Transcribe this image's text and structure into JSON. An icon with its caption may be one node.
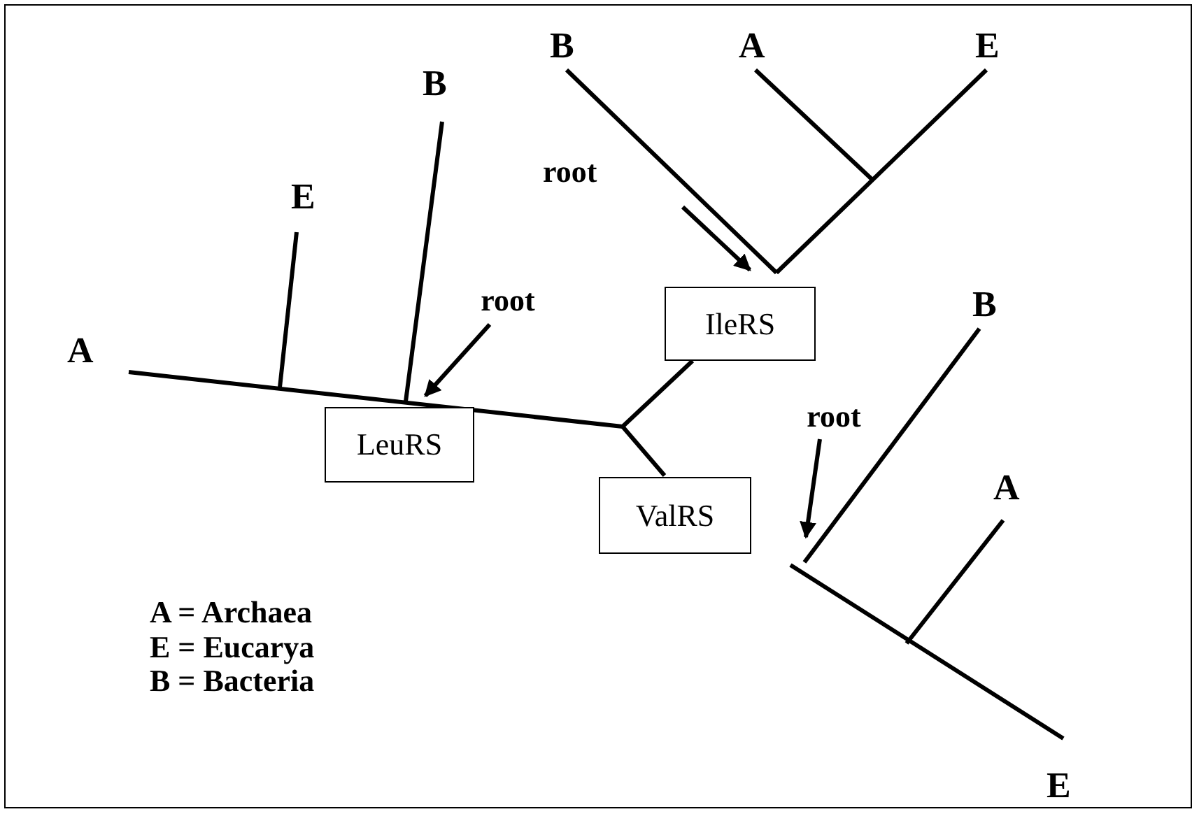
{
  "diagram": {
    "nodes": [
      {
        "text": [
          "LeuRS"
        ]
      },
      {
        "text": [
          "IleRS"
        ]
      },
      {
        "text": [
          "ValRS"
        ]
      },
      {
        "text": [
          "root"
        ]
      },
      {
        "text": [
          "root"
        ]
      },
      {
        "text": [
          "root"
        ]
      }
    ],
    "edges": [
      {
        "from": 3,
        "to": 0,
        "arrow": "to"
      },
      {
        "from": 4,
        "to": 1,
        "arrow": "to"
      },
      {
        "from": 5,
        "to": null,
        "arrow": "to"
      }
    ],
    "labels": [
      "B",
      "A",
      "E",
      "B",
      "E",
      "A",
      "B",
      "A",
      "A = Archaea",
      "E = Eucarya",
      "B = Bacteria",
      "E"
    ]
  }
}
